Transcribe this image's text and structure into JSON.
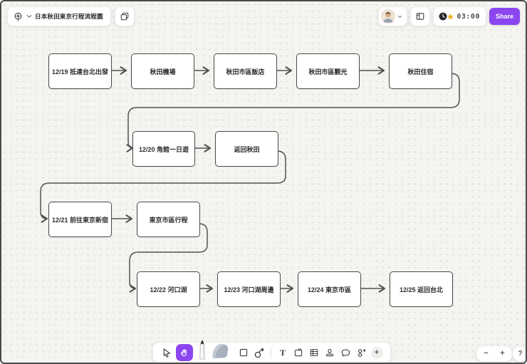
{
  "header": {
    "title": "日本秋田東京行程流程圖",
    "share_label": "Share",
    "timer": {
      "value": "03:00"
    }
  },
  "flowchart": {
    "nodes": [
      {
        "label": "12/19 抵達台北出發"
      },
      {
        "label": "秋田機場"
      },
      {
        "label": "秋田市區飯店"
      },
      {
        "label": "秋田市區觀光"
      },
      {
        "label": "秋田住宿"
      },
      {
        "label": "12/20 角館一日遊"
      },
      {
        "label": "返回秋田"
      },
      {
        "label": "12/21 前往東京新宿"
      },
      {
        "label": "東京市區行程"
      },
      {
        "label": "12/22 河口湖"
      },
      {
        "label": "12/23 河口湖周邊"
      },
      {
        "label": "12/24 東京市區"
      },
      {
        "label": "12/25 返回台北"
      }
    ]
  },
  "toolbar": {
    "active_tool": "hand",
    "tools": [
      "select",
      "hand",
      "marker",
      "eraser",
      "shape",
      "connector",
      "text",
      "sticky-note",
      "table",
      "stamp",
      "comment",
      "widgets",
      "more"
    ],
    "text_tool_glyph": "T",
    "more_glyph": "+"
  },
  "zoom_controls": {
    "zoom_out": "−",
    "zoom_in": "+",
    "help": "?"
  },
  "colors": {
    "accent_purple": "#8B46F0",
    "canvas_bg": "#F4F4F1",
    "node_border": "#4A4A4A",
    "connector": "#525252",
    "timer_star": "#F0B429"
  }
}
